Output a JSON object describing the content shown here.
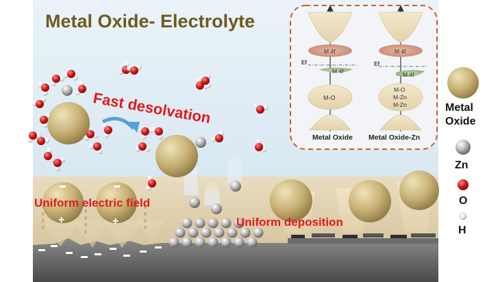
{
  "title": "Metal Oxide- Electrolyte",
  "labels": {
    "fast_desolvation": "Fast desolvation",
    "uniform_field": "Uniform electric field",
    "uniform_deposition": "Uniform deposition"
  },
  "inset": {
    "left": {
      "caption": "Metal Oxide",
      "m4f_upper": "M 4f",
      "m4f_lower": "M 4f",
      "bond_lines": [
        "M-O"
      ],
      "ef": "Ef"
    },
    "right": {
      "caption": "Metal Oxide-Zn",
      "m4f_upper": "M 4f",
      "m4f_lower": "M 4f",
      "bond_lines": [
        "M-O",
        "M-Zn",
        "M-Zn"
      ],
      "ef": "Ef"
    }
  },
  "legend": [
    {
      "label": "Metal\nOxide",
      "symbol": "metal-oxide"
    },
    {
      "label": "Zn",
      "symbol": "zinc"
    },
    {
      "label": "O",
      "symbol": "oxygen"
    },
    {
      "label": "H",
      "symbol": "hydrogen"
    }
  ],
  "colors": {
    "title": "#6e5a1e",
    "red_text": "#e01b1b",
    "inset_border": "#cc5a2a",
    "oxide_sphere": "#c9b579",
    "band_pink": "#d7a28e",
    "band_green": "#9ab882",
    "band_cream": "#efe1bc"
  }
}
